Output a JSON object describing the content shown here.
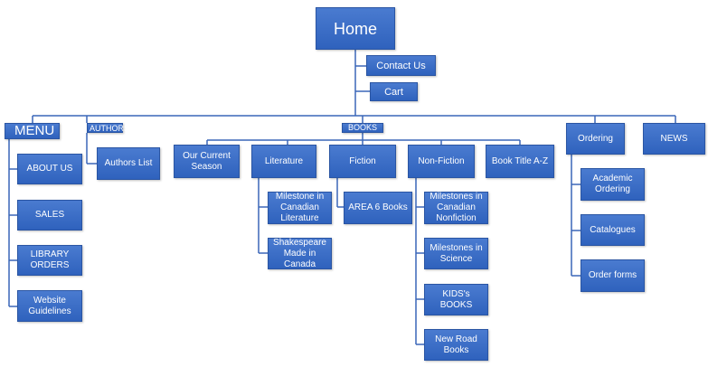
{
  "sitemap": {
    "home": "Home",
    "contact_us": "Contact Us",
    "cart": "Cart",
    "menu": {
      "label": "MENU",
      "items": [
        "ABOUT US",
        "SALES",
        "LIBRARY ORDERS",
        "Website Guidelines"
      ]
    },
    "authors": {
      "label": "AUTHORS",
      "items": [
        "Authors List"
      ]
    },
    "books": {
      "label": "BOOKS",
      "our_current_season": "Our  Current Season",
      "literature": {
        "label": "Literature",
        "items": [
          "Milestone in Canadian Literature",
          "Shakespeare Made in Canada"
        ]
      },
      "fiction": {
        "label": "Fiction",
        "items": [
          "AREA 6 Books"
        ]
      },
      "non_fiction": {
        "label": "Non-Fiction",
        "items": [
          "Milestones in Canadian Nonfiction",
          "Milestones in Science",
          "KIDS's BOOKS",
          "New Road Books"
        ]
      },
      "book_title_az": "Book Title A-Z"
    },
    "ordering": {
      "label": "Ordering",
      "items": [
        "Academic Ordering",
        "Catalogues",
        "Order forms"
      ]
    },
    "news": "NEWS"
  }
}
